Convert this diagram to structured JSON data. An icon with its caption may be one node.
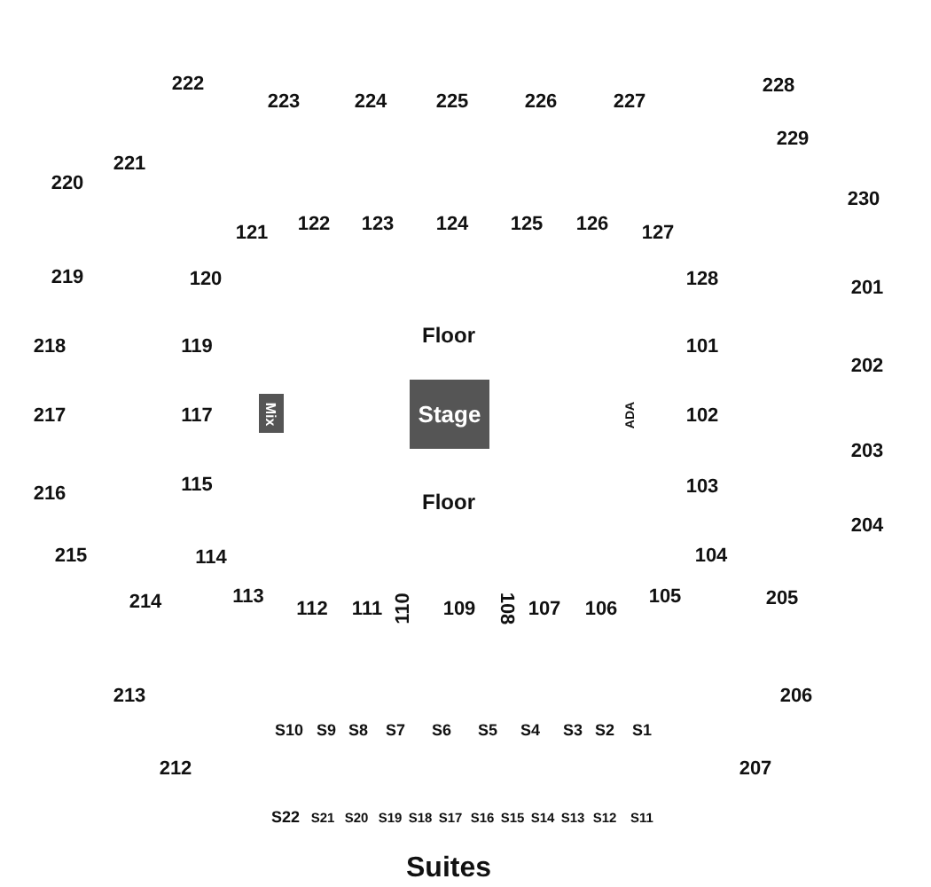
{
  "diagram": {
    "nodes": [
      {
        "text": [
          "Mix"
        ]
      },
      {
        "text": [
          "Stage"
        ]
      }
    ],
    "labels": [
      "222",
      "228",
      "223",
      "224",
      "225",
      "226",
      "227",
      "229",
      "221",
      "220",
      "230",
      "122",
      "123",
      "124",
      "125",
      "126",
      "121",
      "127",
      "219",
      "120",
      "128",
      "201",
      "Floor",
      "218",
      "119",
      "101",
      "202",
      "217",
      "117",
      "ADA",
      "102",
      "203",
      "115",
      "103",
      "216",
      "Floor",
      "204",
      "215",
      "114",
      "104",
      "214",
      "113",
      "105",
      "205",
      "112",
      "111",
      "110",
      "109",
      "108",
      "107",
      "106",
      "213",
      "206",
      "S10",
      "S9",
      "S8",
      "S7",
      "S6",
      "S5",
      "S4",
      "S3",
      "S2",
      "S1",
      "212",
      "207",
      "S22",
      "S21",
      "S20",
      "S19",
      "S18",
      "S17",
      "S16",
      "S15",
      "S14",
      "S13",
      "S12",
      "S11",
      "Suites"
    ]
  }
}
